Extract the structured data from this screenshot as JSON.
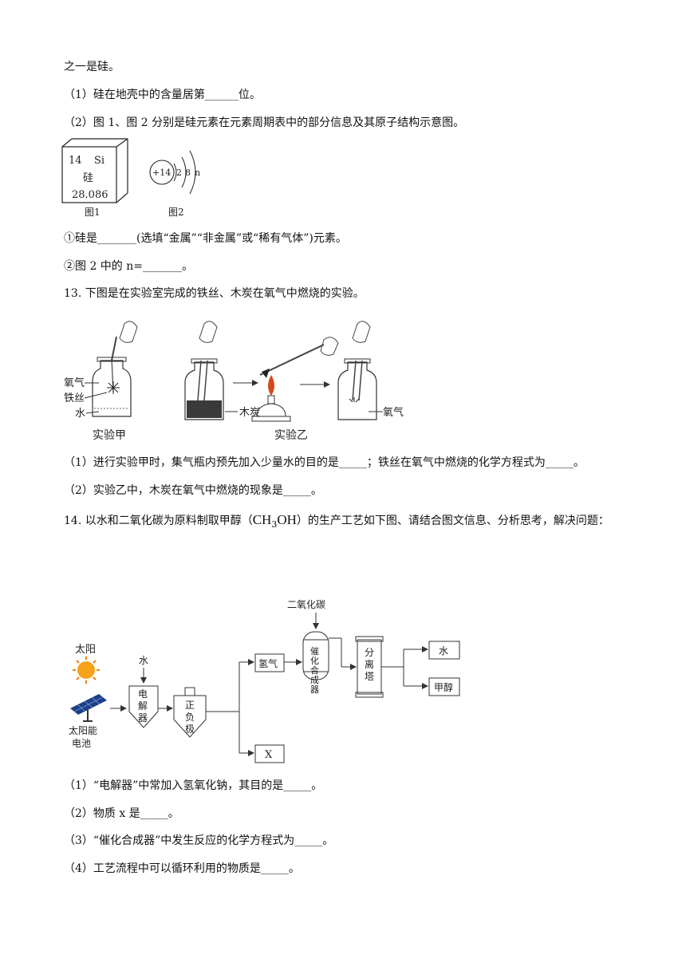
{
  "intro_tail": "之一是硅。",
  "q12": {
    "p1": "（1）硅在地壳中的含量居第______位。",
    "p2": "（2）图 1、图 2 分别是硅元素在元素周期表中的部分信息及其原子结构示意图。",
    "fig1": {
      "number": "14",
      "symbol": "Si",
      "name": "硅",
      "mass": "28.086",
      "caption": "图1"
    },
    "fig2": {
      "nucleus": "+14",
      "e1": "2",
      "e2": "8",
      "e3": "n",
      "caption": "图2"
    },
    "a1": "①硅是_______(选填“金属”“非金属”或“稀有气体”)元素。",
    "a2": "②图 2 中的 n=_______。"
  },
  "q13": {
    "title": "13. 下图是在实验室完成的铁丝、木炭在氧气中燃烧的实验。",
    "labels": {
      "oxygen": "氧气",
      "iron_wire": "铁丝",
      "water": "水",
      "charcoal": "木炭",
      "oxygen2": "氧气",
      "exp_a": "实验甲",
      "exp_b": "实验乙"
    },
    "p1": "（1）进行实验甲时，集气瓶内预先加入少量水的目的是_____；铁丝在氧气中燃烧的化学方程式为_____。",
    "p2": "（2）实验乙中，木炭在氧气中燃烧的现象是_____。"
  },
  "q14": {
    "title_part1": "14. 以水和二氧化碳为原料制取甲醇（",
    "formula_a": "CH",
    "formula_sub": "3",
    "formula_b": "OH",
    "title_part2": "）的生产工艺如下图、请结合图文信息、分析思考，解决问题：",
    "flow": {
      "sun": "太阳",
      "solar_cell_1": "太阳能",
      "solar_cell_2": "电池",
      "water_in": "水",
      "electrolyzer": [
        "电",
        "解",
        "器"
      ],
      "electrode": [
        "正",
        "负",
        "极"
      ],
      "hydrogen": "氢气",
      "x": "X",
      "co2": "二氧化碳",
      "reactor": [
        "催",
        "化",
        "合",
        "成",
        "器"
      ],
      "tower": [
        "分",
        "离",
        "塔"
      ],
      "out_water": "水",
      "out_methanol": "甲醇"
    },
    "p1": "（1）“电解器”中常加入氢氧化钠，其目的是_____。",
    "p2": "（2）物质 x 是_____。",
    "p3": "（3）“催化合成器”中发生反应的化学方程式为_____。",
    "p4": "（4）工艺流程中可以循环利用的物质是_____。"
  }
}
